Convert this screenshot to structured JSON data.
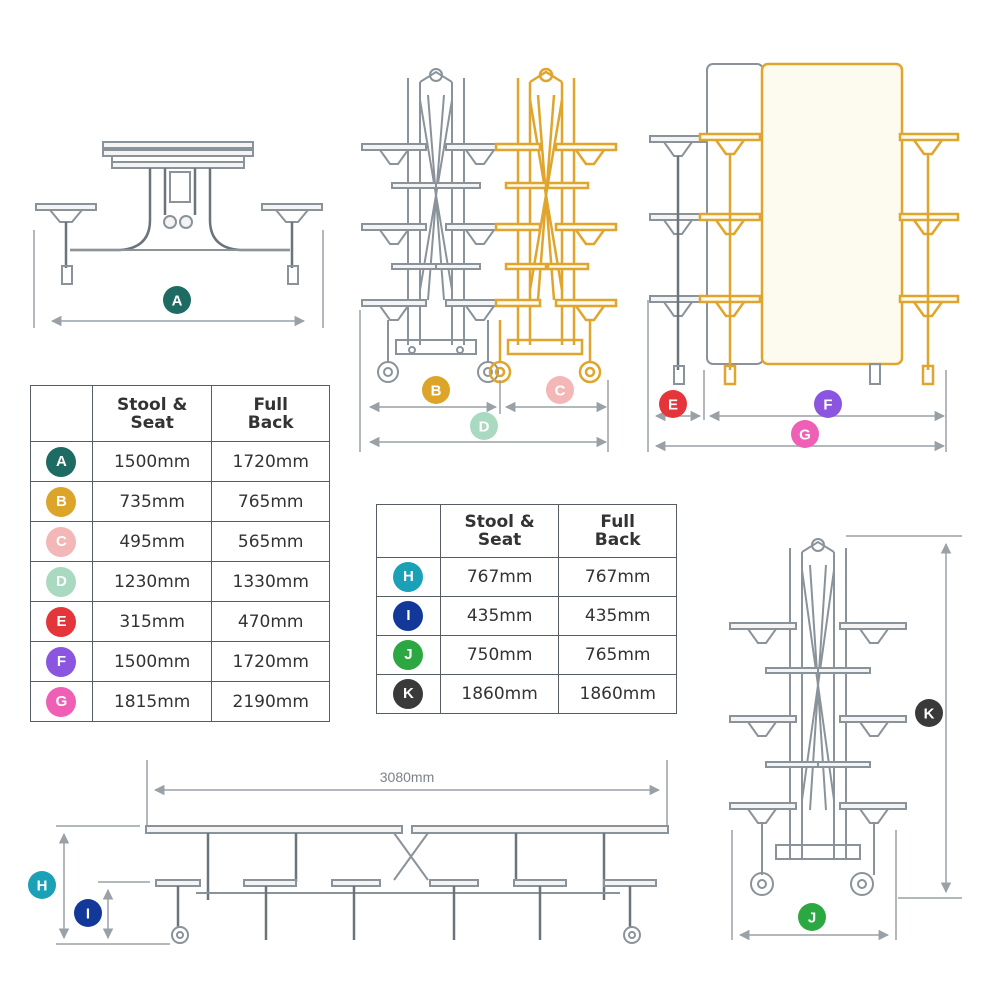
{
  "colors": {
    "A": "#1d6b63",
    "B": "#dca52a",
    "C": "#f2b7b6",
    "D": "#a9d9c0",
    "E": "#e4353b",
    "F": "#8b55e0",
    "G": "#ef5fb6",
    "H": "#1aa1b8",
    "I": "#12389a",
    "J": "#2ca843",
    "K": "#3a3a3a",
    "line": "#8a939a",
    "gold_frame": "#e0a52c"
  },
  "labels": {
    "A": "A",
    "B": "B",
    "C": "C",
    "D": "D",
    "E": "E",
    "F": "F",
    "G": "G",
    "H": "H",
    "I": "I",
    "J": "J",
    "K": "K"
  },
  "length_label": "3080mm",
  "table1": {
    "header": {
      "col1_line1": "Stool &",
      "col1_line2": "Seat",
      "col2_line1": "Full",
      "col2_line2": "Back"
    },
    "rows": [
      {
        "letter": "A",
        "stool_seat": "1500mm",
        "full_back": "1720mm"
      },
      {
        "letter": "B",
        "stool_seat": "735mm",
        "full_back": "765mm"
      },
      {
        "letter": "C",
        "stool_seat": "495mm",
        "full_back": "565mm"
      },
      {
        "letter": "D",
        "stool_seat": "1230mm",
        "full_back": "1330mm"
      },
      {
        "letter": "E",
        "stool_seat": "315mm",
        "full_back": "470mm"
      },
      {
        "letter": "F",
        "stool_seat": "1500mm",
        "full_back": "1720mm"
      },
      {
        "letter": "G",
        "stool_seat": "1815mm",
        "full_back": "2190mm"
      }
    ]
  },
  "table2": {
    "header": {
      "col1_line1": "Stool &",
      "col1_line2": "Seat",
      "col2_line1": "Full",
      "col2_line2": "Back"
    },
    "rows": [
      {
        "letter": "H",
        "stool_seat": "767mm",
        "full_back": "767mm"
      },
      {
        "letter": "I",
        "stool_seat": "435mm",
        "full_back": "435mm"
      },
      {
        "letter": "J",
        "stool_seat": "750mm",
        "full_back": "765mm"
      },
      {
        "letter": "K",
        "stool_seat": "1860mm",
        "full_back": "1860mm"
      }
    ]
  }
}
